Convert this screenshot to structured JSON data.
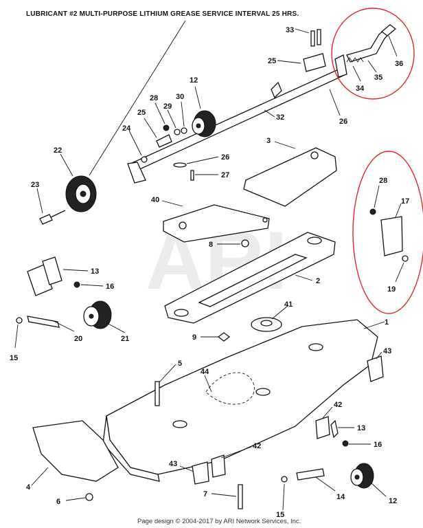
{
  "header": {
    "lubricant_note": "LUBRICANT #2 MULTI-PURPOSE LITHIUM GREASE SERVICE INTERVAL 25 HRS."
  },
  "watermark": {
    "text": "ARI"
  },
  "footer": {
    "copyright": "Page design © 2004-2017 by ARI Network Services, Inc."
  },
  "callouts": [
    "33",
    "25",
    "34",
    "35",
    "36",
    "12",
    "28",
    "29",
    "30",
    "32",
    "26",
    "25",
    "24",
    "22",
    "23",
    "26",
    "27",
    "3",
    "40",
    "8",
    "2",
    "28",
    "17",
    "19",
    "13",
    "16",
    "20",
    "21",
    "15",
    "9",
    "41",
    "1",
    "43",
    "5",
    "44",
    "42",
    "13",
    "16",
    "4",
    "43",
    "42",
    "6",
    "7",
    "15",
    "14",
    "12"
  ],
  "highlight_color": "#e0262b"
}
